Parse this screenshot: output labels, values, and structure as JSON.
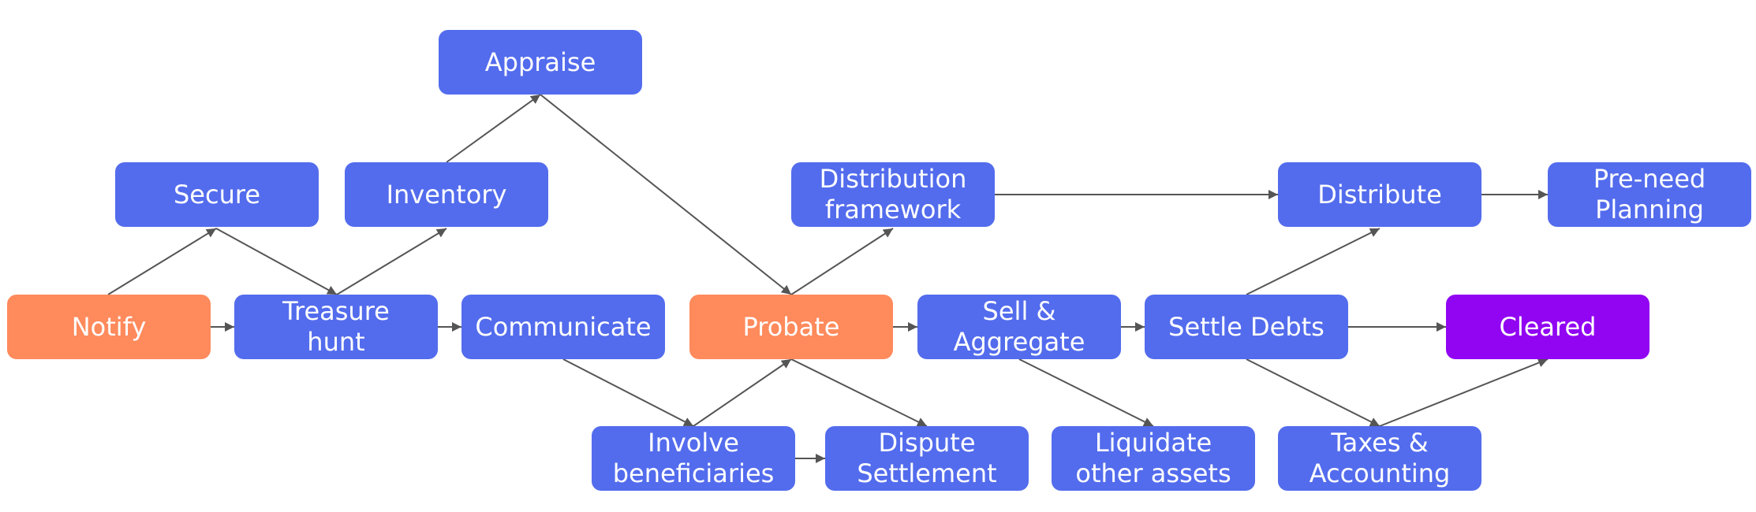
{
  "nodes": {
    "notify": "Notify",
    "secure": "Secure",
    "treasure_hunt": "Treasure\nhunt",
    "inventory": "Inventory",
    "appraise": "Appraise",
    "communicate": "Communicate",
    "involve_beneficiaries": "Involve\nbeneficiaries",
    "probate": "Probate",
    "dispute_settlement": "Dispute\nSettlement",
    "distribution_framework": "Distribution\nframework",
    "sell_aggregate": "Sell &\nAggregate",
    "liquidate_other_assets": "Liquidate\nother assets",
    "settle_debts": "Settle Debts",
    "distribute": "Distribute",
    "taxes_accounting": "Taxes &\nAccounting",
    "pre_need_planning": "Pre-need\nPlanning",
    "cleared": "Cleared"
  },
  "colors": {
    "step": "#536ced",
    "milestone": "#ff8a5c",
    "final": "#9105f2",
    "arrow": "#555555"
  }
}
